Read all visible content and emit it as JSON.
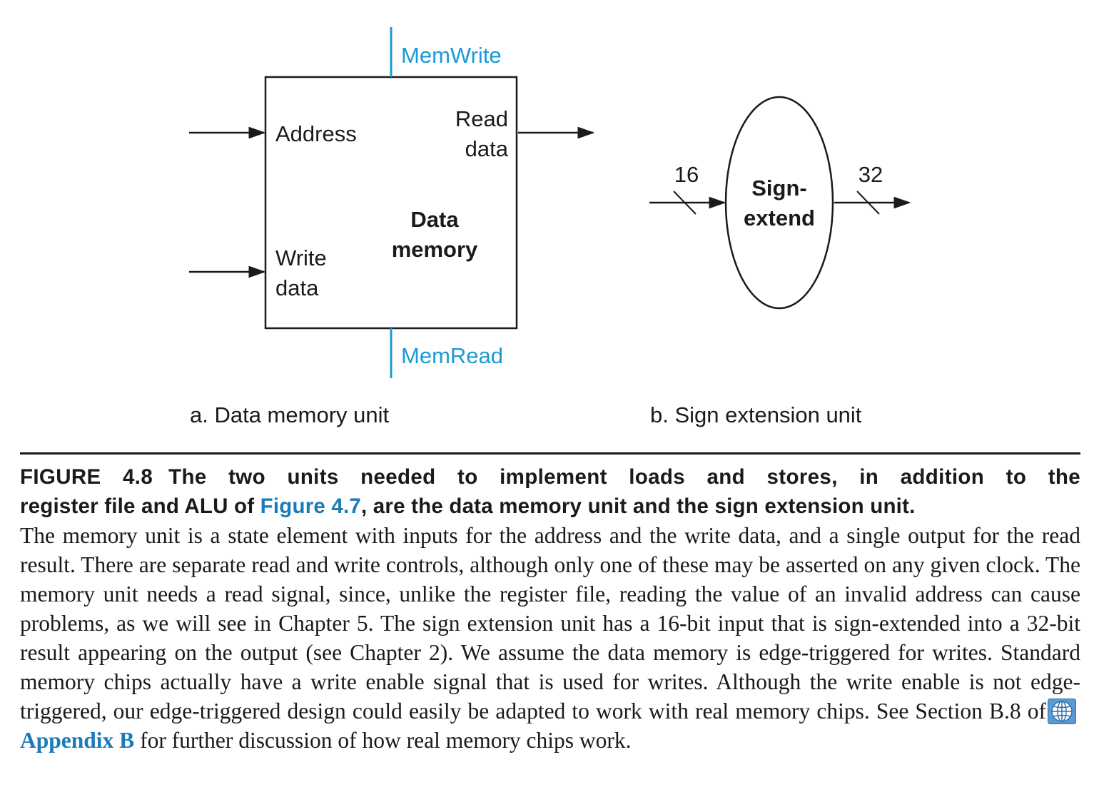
{
  "diagram": {
    "data_memory": {
      "title_line1": "Data",
      "title_line2": "memory",
      "address": "Address",
      "read_line1": "Read",
      "read_line2": "data",
      "write_line1": "Write",
      "write_line2": "data",
      "mem_write": "MemWrite",
      "mem_read": "MemRead",
      "sublabel": "a. Data memory unit"
    },
    "sign_extend": {
      "title_line1": "Sign-",
      "title_line2": "extend",
      "input_width": "16",
      "output_width": "32",
      "sublabel": "b. Sign extension unit"
    },
    "colors": {
      "control": "#1a9ad6",
      "ink": "#1a1a1a",
      "link": "#1a7bb8"
    }
  },
  "caption": {
    "figure_number": "FIGURE 4.8",
    "heading_part1": "The two units needed to implement loads and stores, in addition to the",
    "heading_part2": "register file and ALU of",
    "heading_link": "Figure 4.7",
    "heading_part3": ", are the data memory unit and the sign extension unit.",
    "body_part1": "The memory unit is a state element with inputs for the address and the write data, and a single output for the read result. There are separate read and write controls, although only one of these may be asserted on any given clock. The memory unit needs a read signal, since, unlike the register file, reading the value of an invalid address can cause problems, as we will see in Chapter 5. The sign extension unit has a 16-bit input that is sign-extended into a 32-bit result appearing on the output (see Chapter 2). We assume the data memory is edge-triggered for writes. Standard memory chips actually have a write enable signal that is used for writes. Although the write enable is not edge-triggered, our edge-triggered design could easily be adapted to work with real memory chips. See Section B.8 of",
    "appendix_icon": "globe-icon",
    "appendix_link": "Appendix B",
    "body_part2": "for further discussion of how real memory chips work."
  }
}
